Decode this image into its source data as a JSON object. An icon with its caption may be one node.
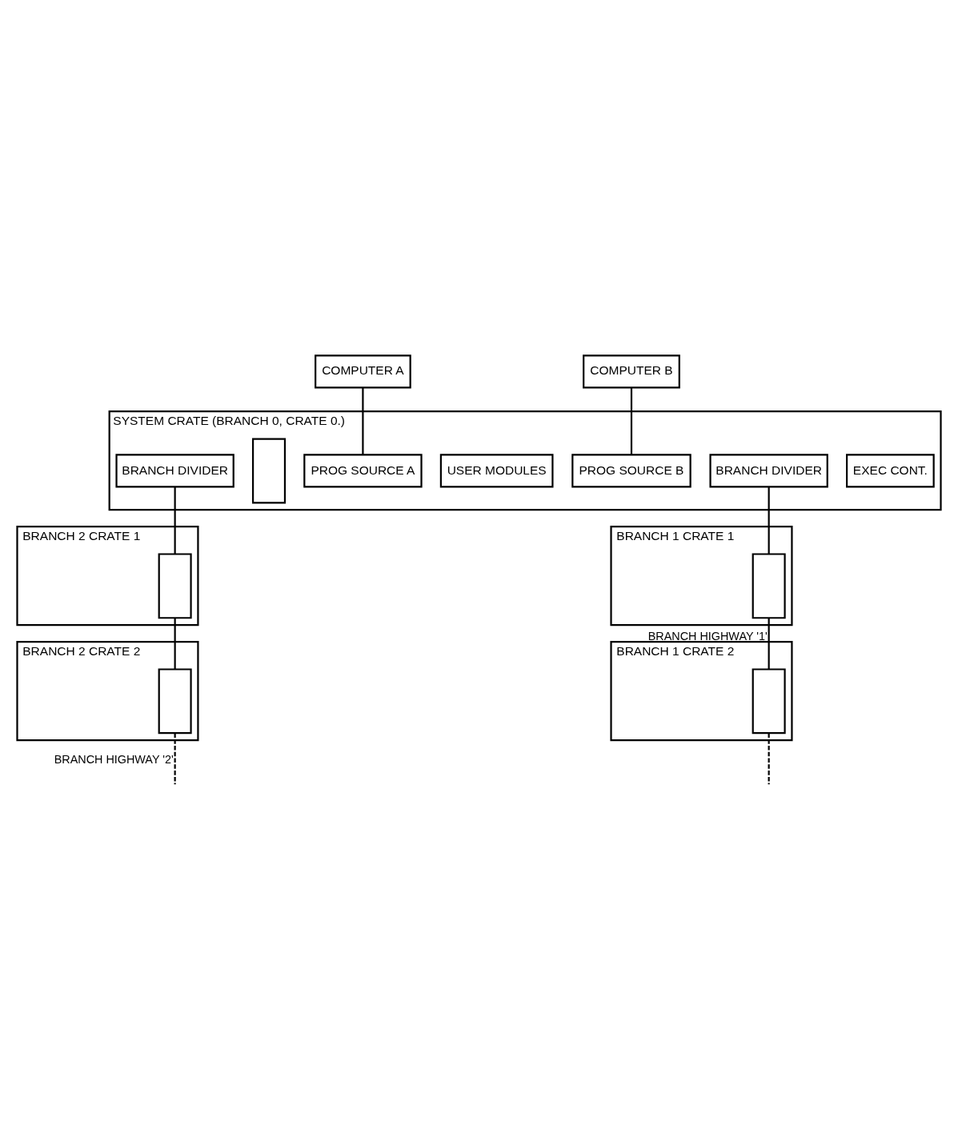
{
  "diagram": {
    "nodes": [
      {
        "text": [
          "COMPUTER A"
        ]
      },
      {
        "text": [
          "COMPUTER B"
        ]
      },
      {
        "text": [
          "SYSTEM CRATE (BRANCH 0, CRATE 0.)"
        ]
      },
      {
        "text": [
          "BRANCH DIVIDER"
        ],
        "in": 2
      },
      {
        "text": [],
        "shape": "box",
        "in": 2
      },
      {
        "text": [
          "PROG SOURCE A"
        ],
        "in": 2
      },
      {
        "text": [
          "USER MODULES"
        ],
        "in": 2
      },
      {
        "text": [
          "PROG SOURCE B"
        ],
        "in": 2
      },
      {
        "text": [
          "BRANCH DIVIDER"
        ],
        "in": 2
      },
      {
        "text": [
          "EXEC CONT."
        ],
        "in": 2
      },
      {
        "text": [
          "BRANCH 1 CRATE 1"
        ]
      },
      {
        "text": [],
        "shape": "box",
        "in": 10
      },
      {
        "text": [
          "BRANCH 2 CRATE 1"
        ]
      },
      {
        "text": [],
        "shape": "box",
        "in": 12
      },
      {
        "text": [
          "BRANCH 1 CRATE 2"
        ]
      },
      {
        "text": [],
        "shape": "box",
        "in": 14
      },
      {
        "text": [
          "BRANCH 2 CRATE 2"
        ]
      },
      {
        "text": [],
        "shape": "box",
        "in": 16
      }
    ],
    "edges": [
      {
        "from": 0,
        "to": 5,
        "arrow": "none"
      },
      {
        "from": 1,
        "to": 7,
        "arrow": "none"
      },
      {
        "from": 3,
        "to": 13,
        "arrow": "none"
      },
      {
        "from": 13,
        "to": 17,
        "arrow": "none"
      },
      {
        "from": 17,
        "to": null,
        "arrow": "none",
        "style": "dashed",
        "label": "BRANCH HIGHWAY '2'"
      },
      {
        "from": 8,
        "to": 11,
        "arrow": "none"
      },
      {
        "from": 11,
        "to": 15,
        "arrow": "none",
        "label": "BRANCH HIGHWAY '1'"
      },
      {
        "from": 15,
        "to": null,
        "arrow": "none",
        "style": "dashed"
      }
    ]
  }
}
